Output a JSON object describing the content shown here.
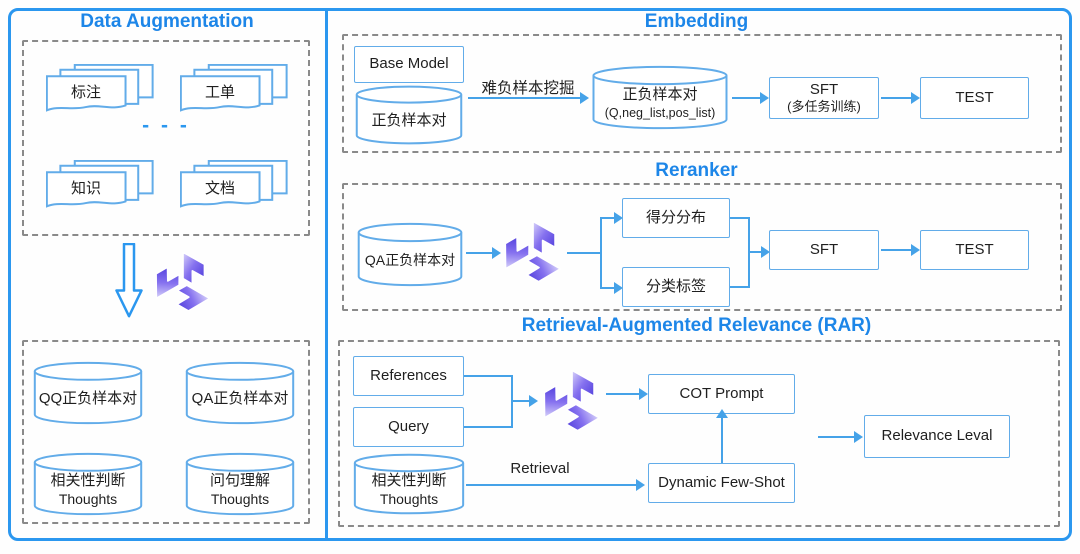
{
  "colors": {
    "frame_blue": "#2b97ef",
    "title_blue": "#1d86e8",
    "shape_border_blue": "#62ace9",
    "arrow_blue": "#45a2e8",
    "dash_gray": "#8a8a8a",
    "logo_purple_light": "#d9d4fa",
    "logo_purple_dark": "#4836d9"
  },
  "left_panel": {
    "title": "Data Augmentation",
    "sources": [
      "标注",
      "工单",
      "知识",
      "文档"
    ],
    "ellipsis": "- - -",
    "databases": [
      {
        "line1": "QQ正负样本对",
        "line2": ""
      },
      {
        "line1": "QA正负样本对",
        "line2": ""
      },
      {
        "line1": "相关性判断",
        "line2": "Thoughts"
      },
      {
        "line1": "问句理解",
        "line2": "Thoughts"
      }
    ]
  },
  "embedding": {
    "title": "Embedding",
    "base_model": "Base Model",
    "input_db": "正负样本对",
    "mining_label": "难负样本挖掘",
    "mined_db": {
      "line1": "正负样本对",
      "line2": "(Q,neg_list,pos_list)"
    },
    "sft": {
      "line1": "SFT",
      "line2": "(多任务训练)"
    },
    "test": "TEST"
  },
  "reranker": {
    "title": "Reranker",
    "input_db": "QA正负样本对",
    "score_dist": "得分分布",
    "class_label": "分类标签",
    "sft": "SFT",
    "test": "TEST"
  },
  "rar": {
    "title": "Retrieval-Augmented Relevance (RAR)",
    "references": "References",
    "query": "Query",
    "cot_prompt": "COT Prompt",
    "thoughts_db": {
      "line1": "相关性判断",
      "line2": "Thoughts"
    },
    "retrieval_label": "Retrieval",
    "dynamic_few_shot": "Dynamic Few-Shot",
    "relevance_level": "Relevance Leval"
  }
}
